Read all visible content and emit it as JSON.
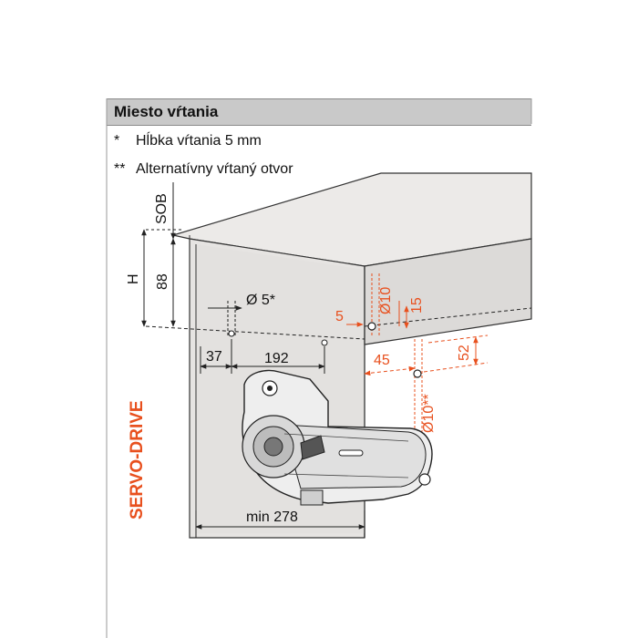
{
  "header": {
    "title": "Miesto vŕtania"
  },
  "notes": [
    {
      "mark": "*",
      "text": "Hĺbka vŕtania 5 mm"
    },
    {
      "mark": "**",
      "text": "Alternatívny vŕtaný otvor"
    }
  ],
  "side_label": "SERVO-DRIVE",
  "dimensions": {
    "sob": "SOB",
    "h": "H",
    "d88": "88",
    "phi5": "Ø 5*",
    "d37": "37",
    "d192": "192",
    "d5": "5",
    "phi10": "Ø10",
    "d15": "15",
    "d45": "45",
    "d52": "52",
    "phi10alt": "Ø10**",
    "min278": "min 278"
  },
  "colors": {
    "accent": "#e8501e",
    "panel": "#e9e7e5",
    "line": "#222222"
  }
}
